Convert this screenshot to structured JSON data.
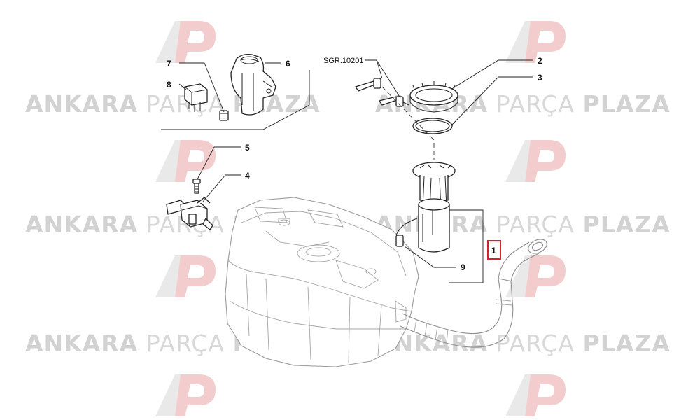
{
  "watermark": {
    "brand_bold": "ANKARA",
    "brand_light": "PARÇA",
    "brand_bold_2": "PLAZA",
    "logo_color": "#c81e1e"
  },
  "reference": "SGR.10201",
  "callouts": [
    {
      "id": "1",
      "highlighted": true
    },
    {
      "id": "2",
      "highlighted": false
    },
    {
      "id": "3",
      "highlighted": false
    },
    {
      "id": "4",
      "highlighted": false
    },
    {
      "id": "5",
      "highlighted": false
    },
    {
      "id": "6",
      "highlighted": false
    },
    {
      "id": "7",
      "highlighted": false
    },
    {
      "id": "8",
      "highlighted": false
    },
    {
      "id": "9",
      "highlighted": false
    }
  ],
  "colors": {
    "highlight_box": "#d61f26",
    "line_art": "#222222",
    "tank_outline": "#9a9a9a"
  }
}
